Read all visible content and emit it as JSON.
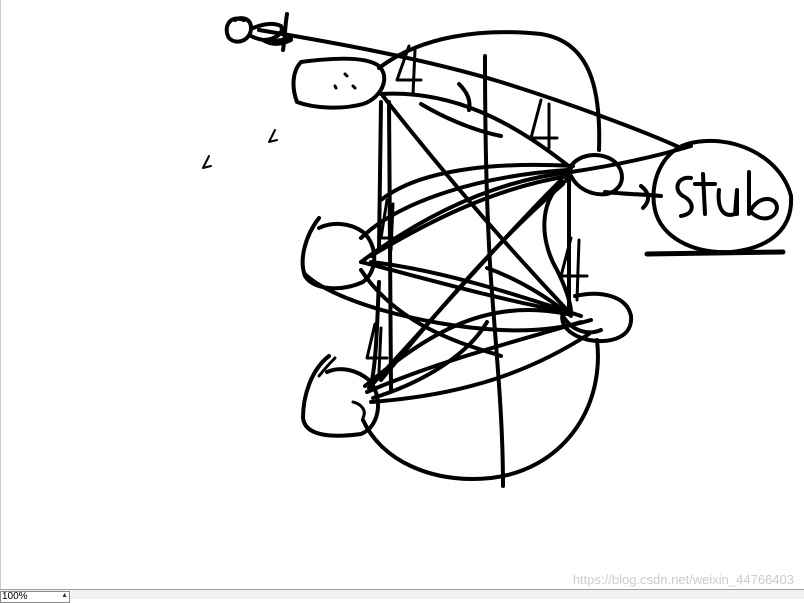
{
  "canvas": {
    "labels": {
      "top_left_four": "4",
      "top_right_four": "4",
      "right_four": "4",
      "left_four": "4",
      "bottom_left_four": "4",
      "stub": "stub"
    }
  },
  "status_bar": {
    "zoom": "100%"
  },
  "watermark": "https://blog.csdn.net/weixin_44766403",
  "colors": {
    "ink": "#000000",
    "status_bar_bg": "#f0f0f0",
    "watermark": "#c8c8c8"
  }
}
